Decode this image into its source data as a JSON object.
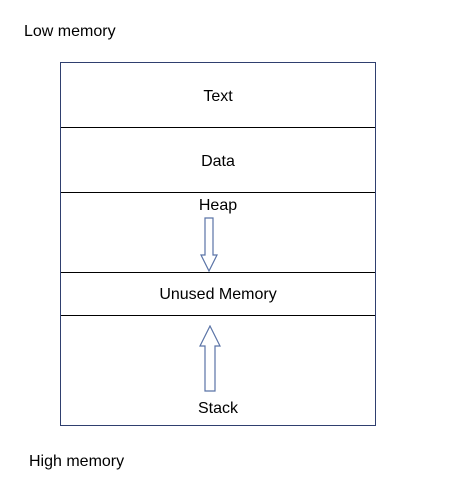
{
  "labels": {
    "low": "Low memory",
    "high": "High memory"
  },
  "sections": {
    "text": "Text",
    "data": "Data",
    "heap": "Heap",
    "unused": "Unused Memory",
    "stack": "Stack"
  },
  "colors": {
    "box_border": "#2f3f6f",
    "divider": "#000000",
    "arrow_stroke": "#5a73a6"
  },
  "icons": {
    "heap_arrow": "arrow-down-icon",
    "stack_arrow": "arrow-up-icon"
  }
}
